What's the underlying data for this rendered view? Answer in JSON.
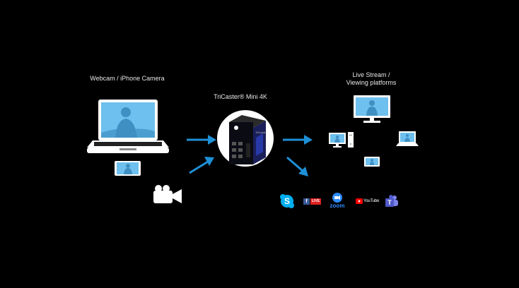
{
  "labels": {
    "source": "Webcam / iPhone Camera",
    "device": "TriCaster® Mini 4K",
    "output_line1": "Live Stream /",
    "output_line2": "Viewing platforms"
  },
  "device_badge": "TriCaster",
  "platforms": {
    "facebook": "LIVE",
    "zoom": "zoom",
    "youtube": "YouTube"
  },
  "colors": {
    "background": "#000000",
    "arrow": "#1e90d6",
    "screen": "#6ec0ee",
    "skype": "#00aff0",
    "facebook": "#3b5998",
    "zoom": "#2d8cff",
    "youtube": "#ff0000",
    "teams": "#5059c9"
  },
  "icons": [
    "laptop-icon",
    "phone-icon",
    "video-camera-icon",
    "tricaster-icon",
    "monitor-icon",
    "desktop-icon",
    "laptop-icon",
    "tablet-icon",
    "skype-icon",
    "facebook-live-icon",
    "zoom-icon",
    "youtube-icon",
    "teams-icon"
  ]
}
